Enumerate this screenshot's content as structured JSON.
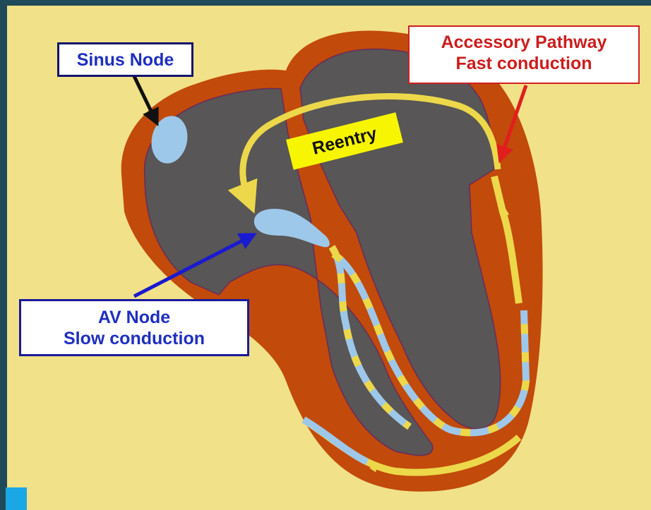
{
  "labels": {
    "sinus_node": "Sinus Node",
    "av_node_line1": "AV Node",
    "av_node_line2": "Slow conduction",
    "accessory_line1": "Accessory Pathway",
    "accessory_line2": "Fast conduction",
    "reentry": "Reentry"
  },
  "colors": {
    "background": "#f1e188",
    "frame": "#1e4a5a",
    "muscle": "#c24a0b",
    "chamber": "#585656",
    "node": "#9ec8ea",
    "pathway": "#ecd84a",
    "av_text": "#1e2fbf",
    "accessory_text": "#cc1d1d",
    "reentry_box": "#f7f600"
  }
}
